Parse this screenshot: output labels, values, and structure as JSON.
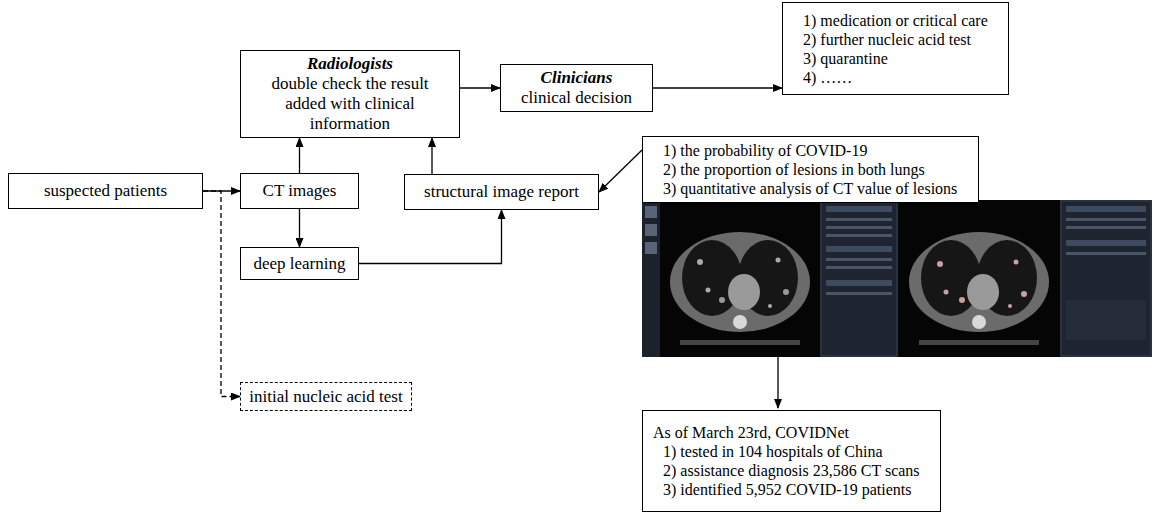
{
  "diagram": {
    "nodes": [
      {
        "text": [
          "suspected patients"
        ]
      },
      {
        "text": [
          "CT images"
        ]
      },
      {
        "text": [
          "deep learning"
        ]
      },
      {
        "text": [
          "structural image report"
        ]
      },
      {
        "text": [
          "Radiologists",
          "double check the result added with clinical information"
        ]
      },
      {
        "text": [
          "Clinicians",
          "clinical decision"
        ]
      },
      {
        "text": [
          "1) medication or critical care",
          "2) further nucleic acid test",
          "3) quarantine",
          "4) ……"
        ]
      },
      {
        "text": [
          "1) the probability of COVID-19",
          "2) the proportion of lesions in both lungs",
          "3) quantitative analysis of CT value of lesions"
        ]
      },
      {
        "text": [
          "initial nucleic acid test"
        ]
      },
      {
        "text": [
          "As of March 23rd, COVIDNet",
          "1) tested in 104 hospitals of China",
          "2) assistance diagnosis 23,586 CT scans",
          "3) identified 5,952 COVID-19 patients"
        ]
      }
    ],
    "edges": [
      {
        "from": 0,
        "to": 1,
        "arrow": "to"
      },
      {
        "from": 0,
        "to": 8,
        "arrow": "to"
      },
      {
        "from": 1,
        "to": 4,
        "arrow": "to"
      },
      {
        "from": 1,
        "to": 2,
        "arrow": "to"
      },
      {
        "from": 2,
        "to": 3,
        "arrow": "to"
      },
      {
        "from": 3,
        "to": 4,
        "arrow": "to"
      },
      {
        "from": 4,
        "to": 5,
        "arrow": "to"
      },
      {
        "from": 5,
        "to": 6,
        "arrow": "to"
      },
      {
        "from": 7,
        "to": 3,
        "arrow": "to"
      }
    ]
  }
}
